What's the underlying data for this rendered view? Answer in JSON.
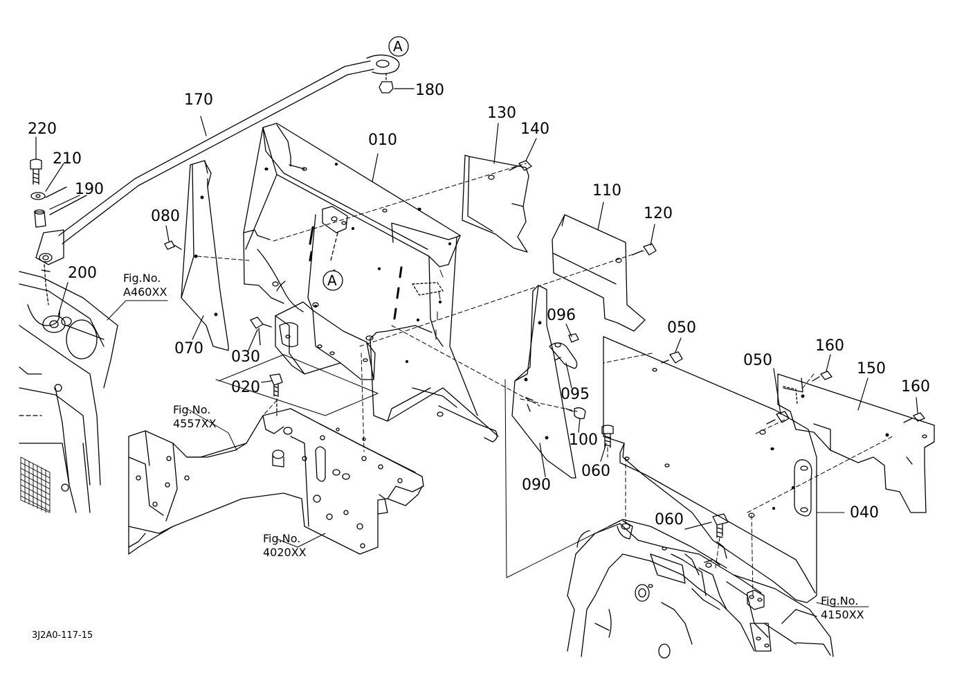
{
  "diagram": {
    "drawing_code": "3J2A0-117-15",
    "part_labels": [
      "170",
      "180",
      "220",
      "210",
      "190",
      "200",
      "080",
      "070",
      "030",
      "010",
      "020",
      "130",
      "140",
      "110",
      "120",
      "096",
      "095",
      "100",
      "090",
      "060",
      "050",
      "160",
      "150",
      "040"
    ],
    "view_markers": [
      "A",
      "A"
    ],
    "figure_references": [
      {
        "prefix": "Fig.No.",
        "number": "A460XX"
      },
      {
        "prefix": "Fig.No.",
        "number": "4557XX"
      },
      {
        "prefix": "Fig.No.",
        "number": "4020XX"
      },
      {
        "prefix": "Fig.No.",
        "number": "4150XX"
      }
    ],
    "line_color": "#000000",
    "background_color": "#ffffff"
  }
}
